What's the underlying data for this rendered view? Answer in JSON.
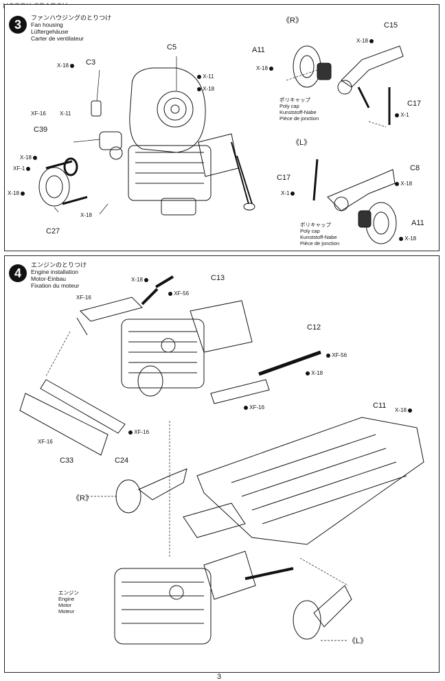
{
  "watermark": "HOBBY SEARCH",
  "page_number": "3",
  "step3": {
    "number": "3",
    "title_jp": "ファンハウジングのとりつけ",
    "title_en": "Fan housing",
    "title_de": "Lüftergehäuse",
    "title_fr": "Carter de ventilateur",
    "parts": {
      "c5": "C5",
      "c3": "C3",
      "c39": "C39",
      "c27": "C27",
      "x18_a": "X-18",
      "x18_b": "X-18",
      "x18_c": "X-18",
      "x18_d": "X-18",
      "x18_e": "X-18",
      "x11_a": "X-11",
      "x11_b": "X-11",
      "xf16": "XF-16",
      "xf1": "XF-1"
    },
    "right": {
      "marker": "《R》",
      "a11": "A11",
      "c15": "C15",
      "c17": "C17",
      "x18_a": "X-18",
      "x18_b": "X-18",
      "x1": "X-1",
      "polycap_jp": "ポリキャップ",
      "polycap_en": "Poly cap",
      "polycap_de": "Kunststoff-Nabe",
      "polycap_fr": "Pièce de jonction"
    },
    "left": {
      "marker": "《L》",
      "c8": "C8",
      "c17": "C17",
      "a11": "A11",
      "x18_a": "X-18",
      "x18_b": "X-18",
      "x1": "X-1",
      "polycap_jp": "ポリキャップ",
      "polycap_en": "Poly cap",
      "polycap_de": "Kunststoff-Nabe",
      "polycap_fr": "Pièce de jonction"
    }
  },
  "step4": {
    "number": "4",
    "title_jp": "エンジンのとりつけ",
    "title_en": "Engine installation",
    "title_de": "Motor-Einbau",
    "title_fr": "Fixation du moteur",
    "parts": {
      "c13": "C13",
      "c12": "C12",
      "c11": "C11",
      "c33": "C33",
      "c24": "C24",
      "x18_a": "X-18",
      "x18_b": "X-18",
      "x18_c": "X-18",
      "xf56_a": "XF-56",
      "xf56_b": "XF-56",
      "xf16_a": "XF-16",
      "xf16_b": "XF-16",
      "xf16_c": "XF-16",
      "xf16_d": "XF-16"
    },
    "marker_r": "《R》",
    "marker_l": "《L》",
    "engine_jp": "エンジン",
    "engine_en": "Engine",
    "engine_de": "Motor",
    "engine_fr": "Moteur"
  }
}
